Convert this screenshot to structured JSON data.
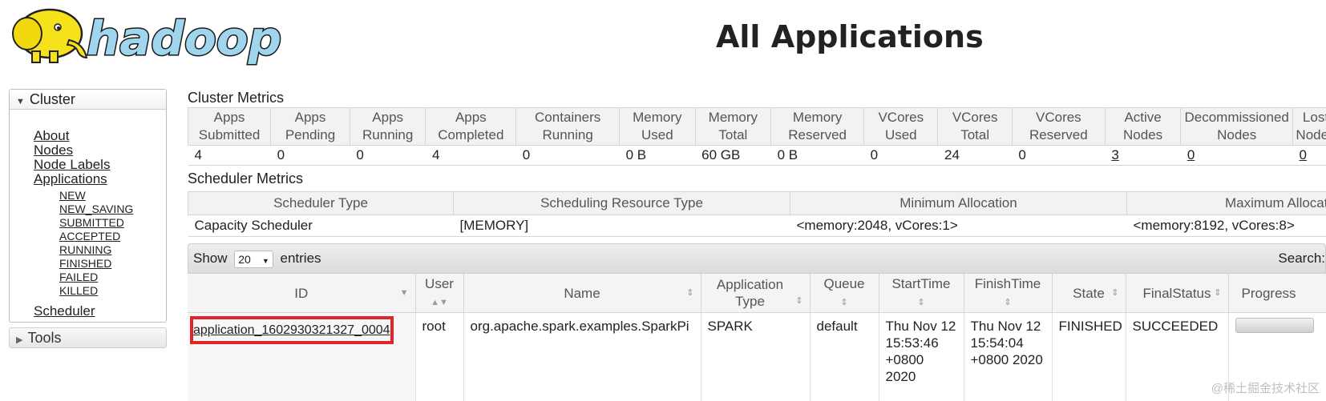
{
  "header": {
    "logo_text": "hadoop",
    "title": "All Applications"
  },
  "sidebar": {
    "cluster_label": "Cluster",
    "links": [
      "About",
      "Nodes",
      "Node Labels",
      "Applications"
    ],
    "app_states": [
      "NEW",
      "NEW_SAVING",
      "SUBMITTED",
      "ACCEPTED",
      "RUNNING",
      "FINISHED",
      "FAILED",
      "KILLED"
    ],
    "scheduler_link": "Scheduler",
    "tools_label": "Tools"
  },
  "cluster_metrics": {
    "title": "Cluster Metrics",
    "headers": [
      "Apps Submitted",
      "Apps Pending",
      "Apps Running",
      "Apps Completed",
      "Containers Running",
      "Memory Used",
      "Memory Total",
      "Memory Reserved",
      "VCores Used",
      "VCores Total",
      "VCores Reserved",
      "Active Nodes",
      "Decommissioned Nodes",
      "Lost Nodes"
    ],
    "values": [
      "4",
      "0",
      "0",
      "4",
      "0",
      "0 B",
      "60 GB",
      "0 B",
      "0",
      "24",
      "0",
      "3",
      "0",
      "0"
    ]
  },
  "scheduler_metrics": {
    "title": "Scheduler Metrics",
    "headers": [
      "Scheduler Type",
      "Scheduling Resource Type",
      "Minimum Allocation",
      "Maximum Allocation"
    ],
    "values": [
      "Capacity Scheduler",
      "[MEMORY]",
      "<memory:2048, vCores:1>",
      "<memory:8192, vCores:8>"
    ]
  },
  "table_controls": {
    "show_label": "Show",
    "page_size": "20",
    "entries_label": "entries",
    "search_label": "Search:"
  },
  "applications": {
    "headers": [
      "ID",
      "User",
      "Name",
      "Application Type",
      "Queue",
      "StartTime",
      "FinishTime",
      "State",
      "FinalStatus",
      "Progress"
    ],
    "rows": [
      {
        "id": "application_1602930321327_0004",
        "user": "root",
        "name": "org.apache.spark.examples.SparkPi",
        "type": "SPARK",
        "queue": "default",
        "start_time": "Thu Nov 12 15:53:46 +0800 2020",
        "finish_time": "Thu Nov 12 15:54:04 +0800 2020",
        "state": "FINISHED",
        "final_status": "SUCCEEDED",
        "progress": 100
      }
    ]
  },
  "watermark": "@稀土掘金技术社区",
  "colors": {
    "highlight_box": "#e0242b",
    "logo_fill": "#9fd6ee",
    "elephant": "#f6e21a"
  }
}
